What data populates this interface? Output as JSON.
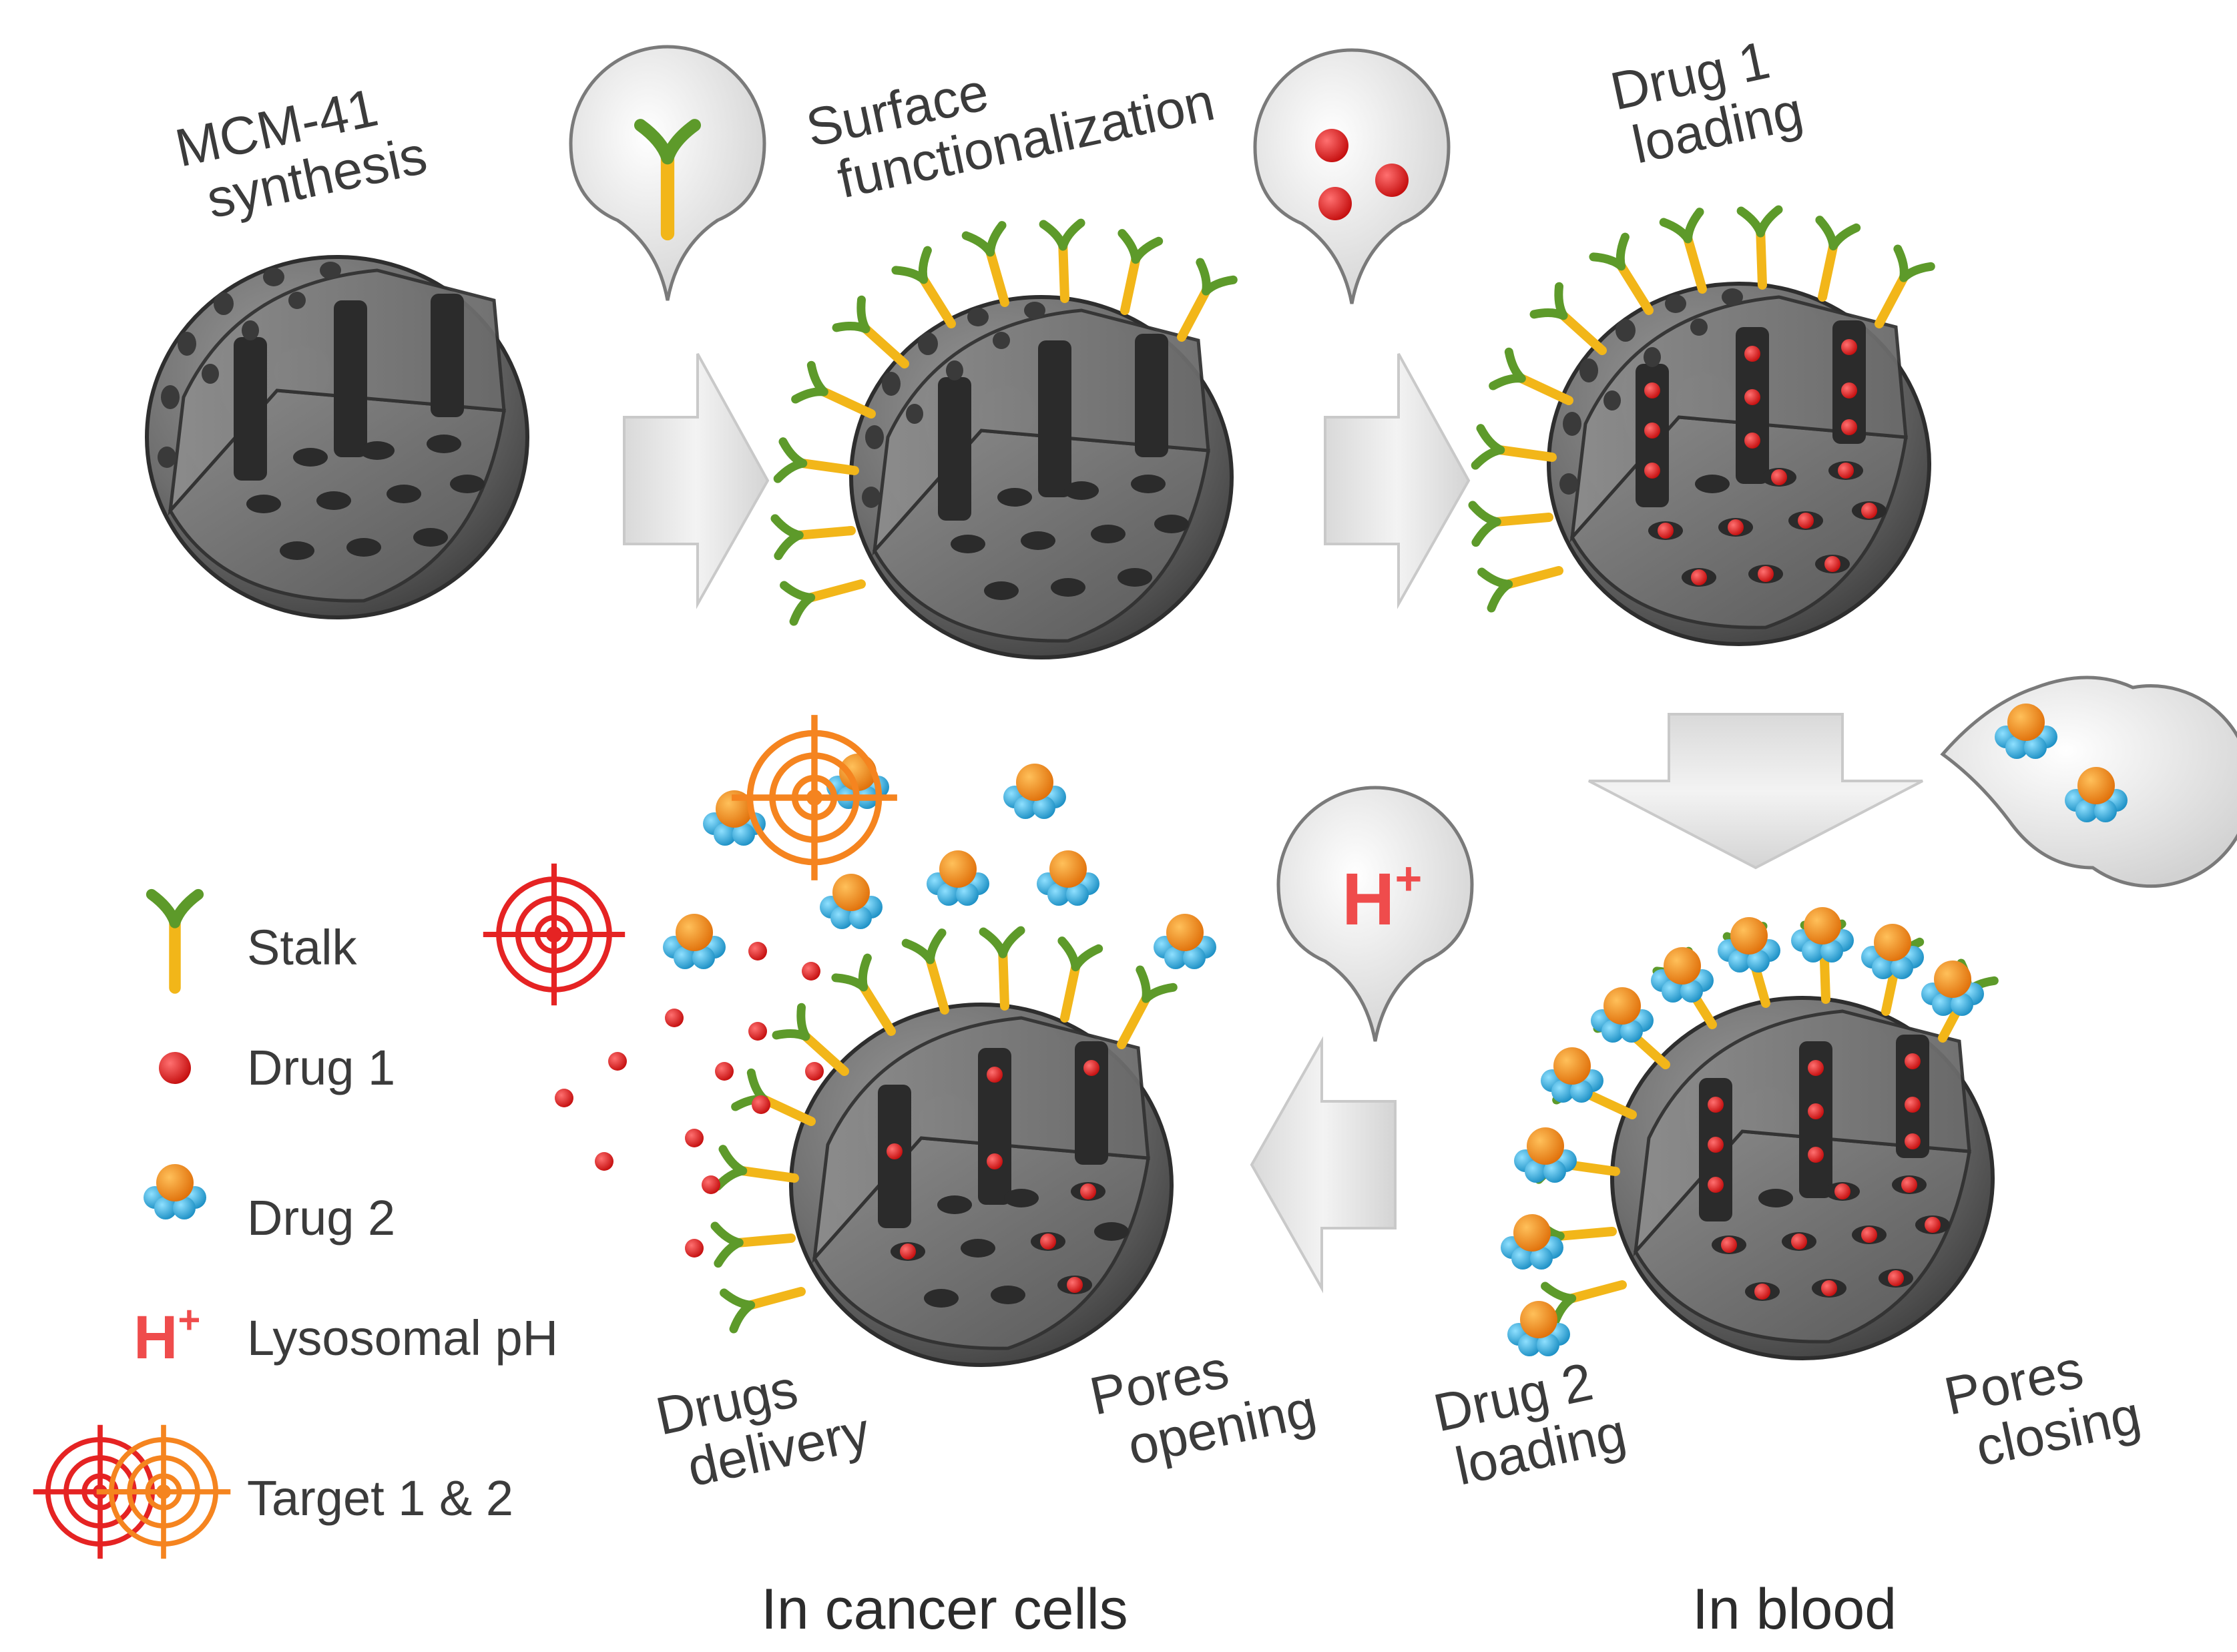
{
  "steps": {
    "synthesis": {
      "line1": "MCM-41",
      "line2": "synthesis"
    },
    "surface": {
      "line1": "Surface",
      "line2": "functionalization"
    },
    "drug1": {
      "line1": "Drug 1",
      "line2": "loading"
    },
    "drug2": {
      "line1": "Drug 2",
      "line2": "loading"
    },
    "pores_close": {
      "line1": "Pores",
      "line2": "closing"
    },
    "pores_open": {
      "line1": "Pores",
      "line2": "opening"
    },
    "delivery": {
      "line1": "Drugs",
      "line2": "delivery"
    }
  },
  "bottom": {
    "cancer": "In cancer cells",
    "blood": "In blood"
  },
  "callouts": {
    "hplus": "H",
    "hplus_sup": "+"
  },
  "legend": {
    "stalk": "Stalk",
    "drug1": "Drug 1",
    "drug2": "Drug 2",
    "hplus": "H",
    "hplus_sup": "+",
    "ph": "Lysosomal pH",
    "target": "Target 1 & 2"
  },
  "colors": {
    "particle": "#6e6e6e",
    "pore": "#2b2b2b",
    "stalk_arm": "#5d9a2a",
    "stalk_stem": "#f2b619",
    "drug1": "#e01b1b",
    "drug2_core": "#f08a1c",
    "drug2_ring": "#2aa6dc",
    "target1": "#e52323",
    "target2": "#f5841f",
    "arrow": "#ececec",
    "hplus": "#ef4c4c"
  }
}
